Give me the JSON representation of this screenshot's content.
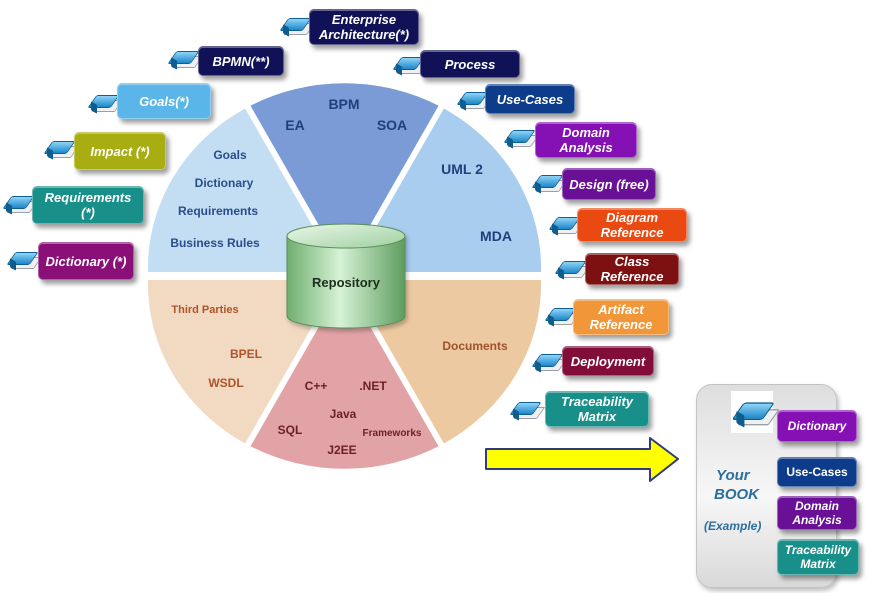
{
  "colors": {
    "navy": "#111157",
    "dark_blue": "#0d3d8a",
    "purple": "#8511b5",
    "violet": "#6a1096",
    "magenta": "#8a1078",
    "orange": "#ea4a12",
    "dark_red": "#7d1010",
    "light_orange": "#f1973a",
    "teal": "#198f8a",
    "olive": "#a8ad12",
    "sky": "#5ab6e8",
    "deployment": "#820d38",
    "arrow_yellow": "#ffff00",
    "panel_text": "#2b6ea0"
  },
  "icons": {
    "book": "book-icon",
    "arrow": "right-arrow-icon",
    "repository": "database-cylinder-icon"
  },
  "wheel": {
    "center_label": "Repository",
    "segments": [
      {
        "id": "bpm",
        "labels": [
          "BPM",
          "EA",
          "SOA"
        ],
        "fill": "#7a9bd6"
      },
      {
        "id": "uml",
        "labels": [
          "UML 2",
          "MDA"
        ],
        "fill": "#a9cdee"
      },
      {
        "id": "goals",
        "labels": [
          "Goals",
          "Dictionary",
          "Requirements",
          "Business Rules"
        ],
        "fill": "#c3ddf3"
      },
      {
        "id": "documents",
        "labels": [
          "Documents"
        ],
        "fill": "#ecc9a0"
      },
      {
        "id": "code",
        "labels": [
          "C++",
          ".NET",
          "Java",
          "SQL",
          "Frameworks",
          "J2EE"
        ],
        "fill": "#e2a3a6"
      },
      {
        "id": "third",
        "labels": [
          "Third Parties",
          "BPEL",
          "WSDL"
        ],
        "fill": "#f1d9c2"
      }
    ]
  },
  "badges": [
    {
      "id": "ea",
      "text": "Enterprise Architecture(*)",
      "color": "#111157"
    },
    {
      "id": "bpmn",
      "text": "BPMN(**)",
      "color": "#111157"
    },
    {
      "id": "process",
      "text": "Process",
      "color": "#111157"
    },
    {
      "id": "goals",
      "text": "Goals(*)",
      "color": "#5ab6e8"
    },
    {
      "id": "usecases",
      "text": "Use-Cases",
      "color": "#0d3d8a"
    },
    {
      "id": "impact",
      "text": "Impact (*)",
      "color": "#a8ad12"
    },
    {
      "id": "domain",
      "text": "Domain Analysis",
      "color": "#8511b5"
    },
    {
      "id": "design",
      "text": "Design (free)",
      "color": "#6a1096"
    },
    {
      "id": "requirements",
      "text": "Requirements (*)",
      "color": "#198f8a"
    },
    {
      "id": "diagram",
      "text": "Diagram Reference",
      "color": "#ea4a12"
    },
    {
      "id": "dictionary",
      "text": "Dictionary (*)",
      "color": "#8a1078"
    },
    {
      "id": "class",
      "text": "Class Reference",
      "color": "#7d1010"
    },
    {
      "id": "artifact",
      "text": "Artifact Reference",
      "color": "#f1973a"
    },
    {
      "id": "deployment",
      "text": "Deployment",
      "color": "#820d38"
    },
    {
      "id": "traceability",
      "text": "Traceability Matrix",
      "color": "#198f8a"
    }
  ],
  "book_panel": {
    "title_line1": "Your",
    "title_line2": "BOOK",
    "subtitle": "(Example)",
    "items": [
      "Dictionary",
      "Use-Cases",
      "Domain Analysis",
      "Traceability Matrix"
    ]
  }
}
